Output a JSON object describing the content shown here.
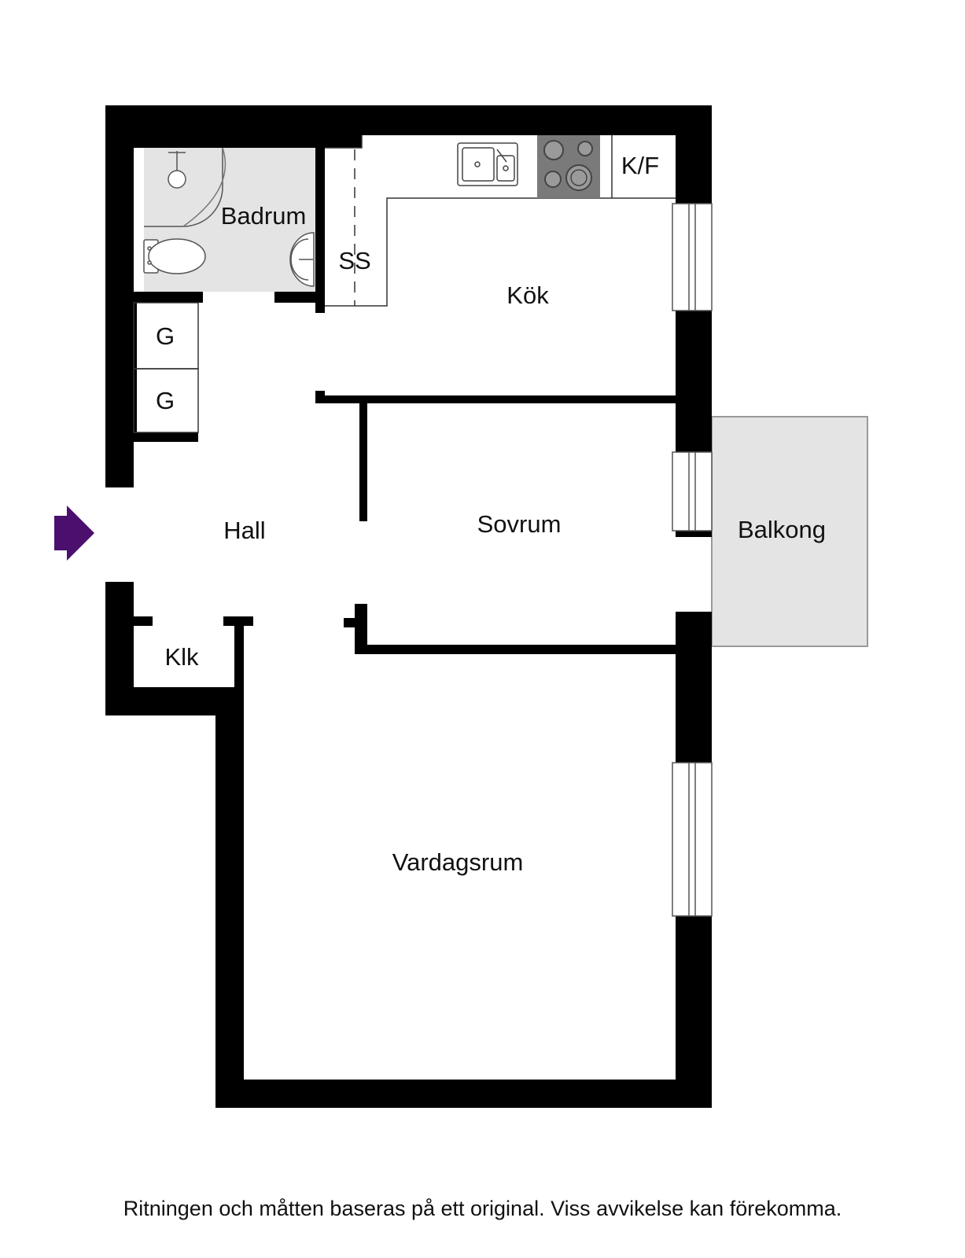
{
  "rooms": {
    "bathroom": "Badrum",
    "storage_ss": "SS",
    "kitchen": "Kök",
    "fridge_freezer": "K/F",
    "wardrobe_1": "G",
    "wardrobe_2": "G",
    "hall": "Hall",
    "bedroom": "Sovrum",
    "balcony": "Balkong",
    "closet": "Klk",
    "living_room": "Vardagsrum"
  },
  "disclaimer": "Ritningen och måtten baseras på ett original. Viss avvikelse kan förekomma.",
  "colors": {
    "wall": "#000000",
    "wet_area": "#e4e4e4",
    "balcony": "#e4e4e4",
    "entrance_arrow": "#4b0f6e",
    "stove": "#7a7a7a"
  },
  "icons": {
    "entrance": "entrance-arrow-icon",
    "shower": "shower-icon",
    "toilet": "toilet-icon",
    "washbasin": "washbasin-icon",
    "sink": "kitchen-sink-icon",
    "stove": "stove-icon"
  }
}
